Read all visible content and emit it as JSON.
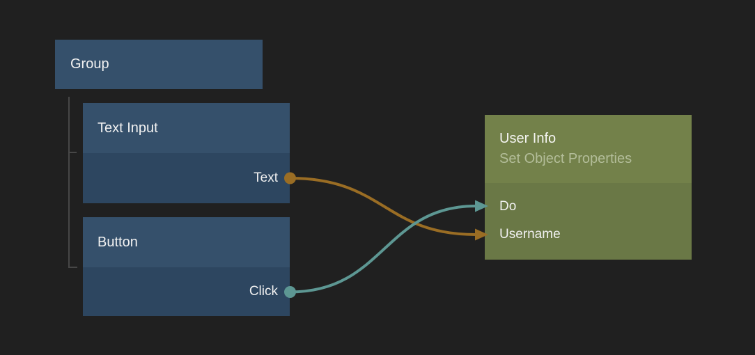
{
  "editor": {
    "background": "#202020",
    "tree_line_color": "#474747"
  },
  "nodes": {
    "group": {
      "title": "Group",
      "color": "#35506b",
      "title_color": "#f2f2f2"
    },
    "text_input": {
      "title": "Text Input",
      "header_color": "#35506b",
      "body_color": "#2d4660",
      "outputs": [
        {
          "label": "Text",
          "port_color": "#9a6d24"
        }
      ]
    },
    "button": {
      "title": "Button",
      "header_color": "#35506b",
      "body_color": "#2d4660",
      "outputs": [
        {
          "label": "Click",
          "port_color": "#5d9793"
        }
      ]
    },
    "user_info": {
      "title": "User Info",
      "subtitle": "Set Object Properties",
      "header_color": "#73814a",
      "body_color": "#6a7846",
      "title_color": "#f5f5f2",
      "subtitle_color": "#b3bd99",
      "inputs": [
        {
          "label": "Do"
        },
        {
          "label": "Username"
        }
      ]
    }
  },
  "connections": [
    {
      "from_port": "Text",
      "to_port": "Username",
      "color": "#9a6d24"
    },
    {
      "from_port": "Click",
      "to_port": "Do",
      "color": "#5d9793"
    }
  ]
}
